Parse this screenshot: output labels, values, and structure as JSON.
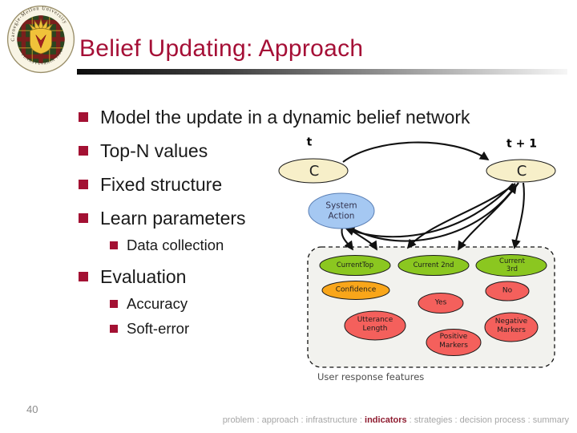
{
  "title": "Belief Updating: Approach",
  "page_number": "40",
  "bullets": [
    {
      "level": 1,
      "text": "Model the update in a dynamic belief network"
    },
    {
      "level": 1,
      "text": "Top-N values"
    },
    {
      "level": 1,
      "text": "Fixed structure"
    },
    {
      "level": 1,
      "text": "Learn parameters"
    },
    {
      "level": 2,
      "text": "Data collection"
    },
    {
      "level": 1,
      "text": "Evaluation"
    },
    {
      "level": 2,
      "text": "Accuracy"
    },
    {
      "level": 2,
      "text": "Soft-error"
    }
  ],
  "logo": {
    "arc_top_text": "Carnegie-Mellon University",
    "arc_bottom_text": "PENNSYLVANIA 1900"
  },
  "diagram": {
    "time_label_t": "t",
    "time_label_t1": "t + 1",
    "node_c_t": "C",
    "node_c_t1": "C",
    "node_system_action": "System Action",
    "node_current_top": "CurrentTop",
    "node_current_2nd": "Current 2nd",
    "node_current_3rd": "Current 3rd",
    "node_confidence": "Confidence",
    "node_yes": "Yes",
    "node_no": "No",
    "node_utterance_length": "Utterance Length",
    "node_positive_markers": "Positive Markers",
    "node_negative_markers": "Negative Markers",
    "caption": "User response features",
    "colors": {
      "state_fill": "#F7EFC9",
      "action_fill": "#A5C8F2",
      "action_stroke": "#5A7FB5",
      "feature_green": "#8BC720",
      "feature_orange": "#F9A61A",
      "feature_red": "#F4605C",
      "box_fill": "#F2F2EE"
    }
  },
  "footer": {
    "items": [
      "problem",
      "approach",
      "infrastructure",
      "indicators",
      "strategies",
      "decision process",
      "summary"
    ],
    "active_item": "indicators",
    "separator": ":"
  }
}
